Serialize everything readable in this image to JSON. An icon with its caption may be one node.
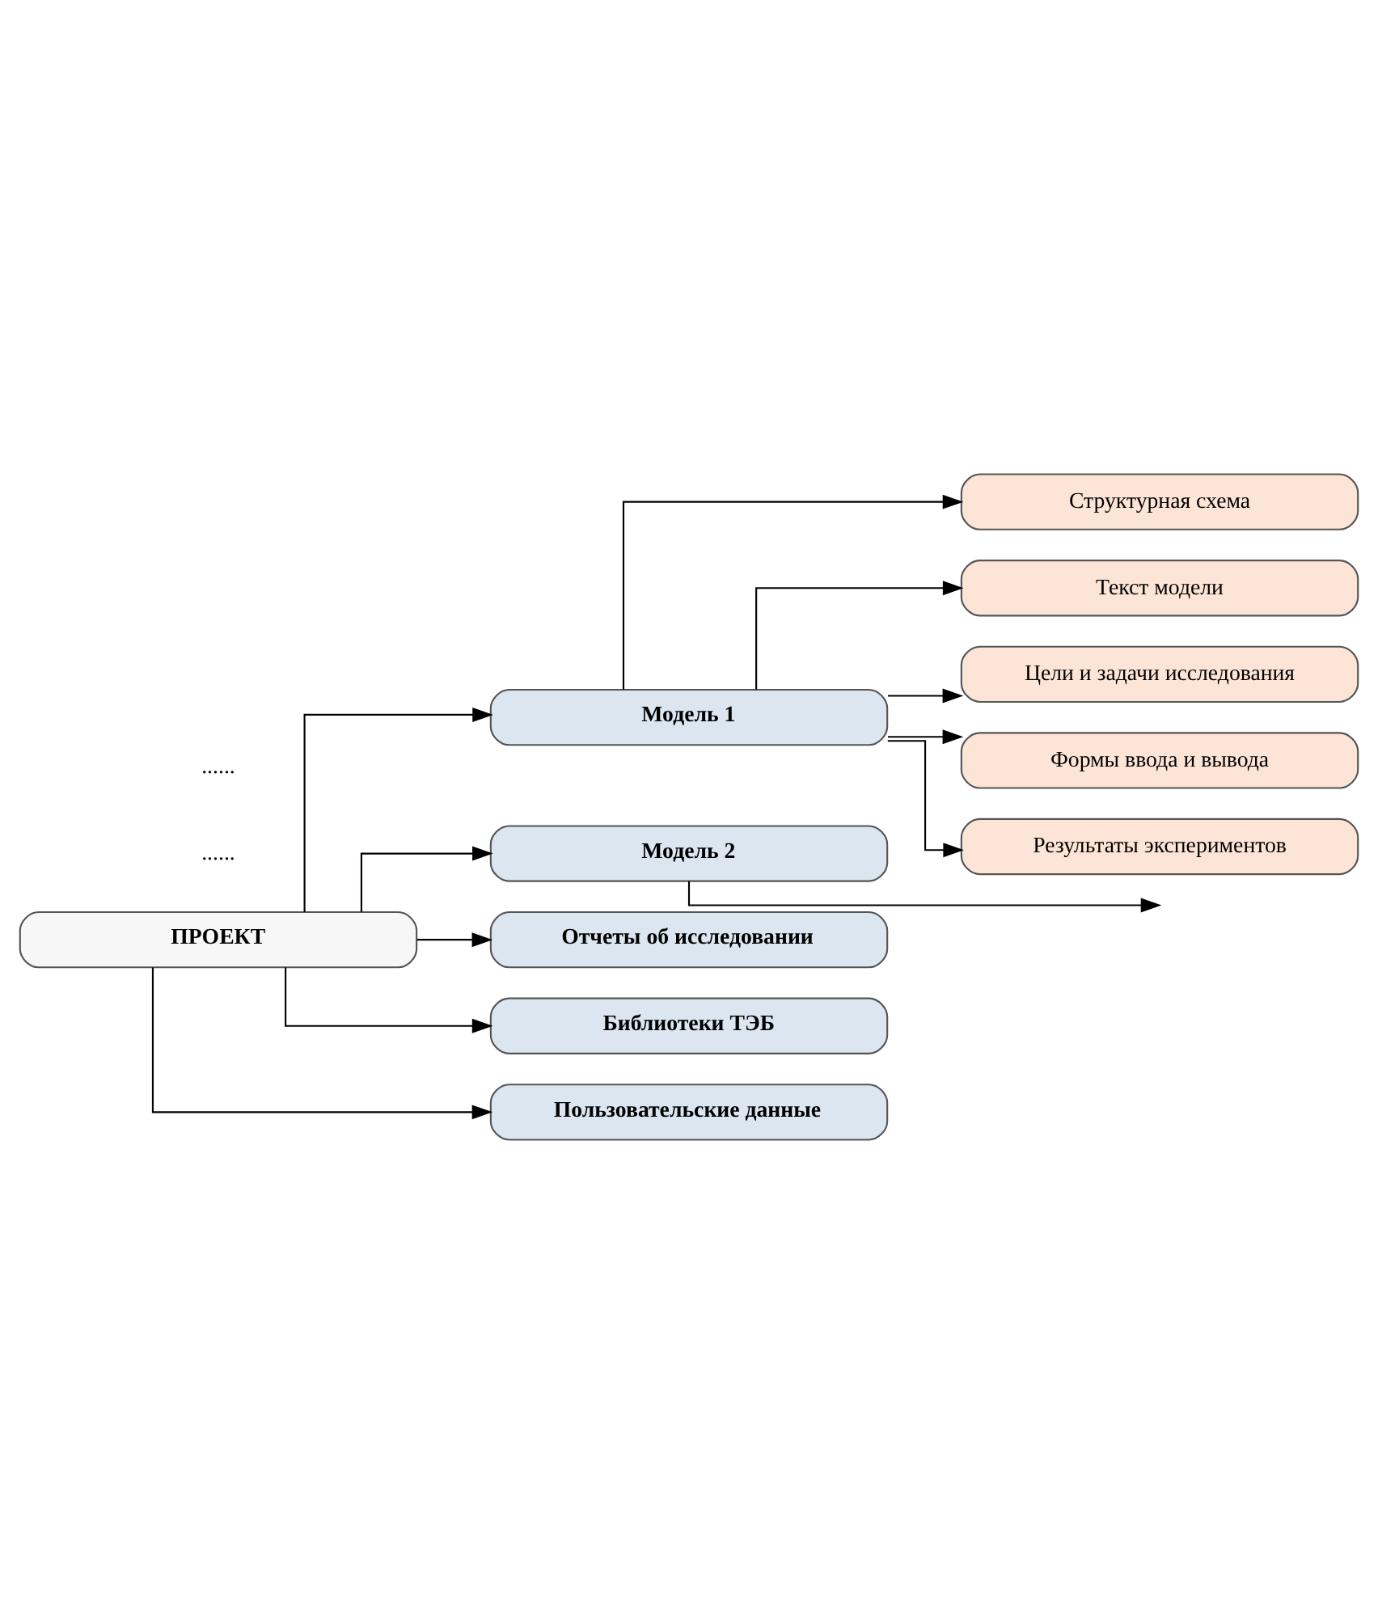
{
  "diagram": {
    "nodes": [
      {
        "text": [
          "ПРОЕКТ"
        ]
      },
      {
        "text": [
          "Модель 1"
        ]
      },
      {
        "text": [
          "Структурная схема"
        ]
      },
      {
        "text": [
          "Текст модели"
        ]
      },
      {
        "text": [
          "Цели и задачи исследования"
        ]
      },
      {
        "text": [
          "Формы ввода и вывода"
        ]
      },
      {
        "text": [
          "Результаты экспериментов"
        ]
      },
      {
        "text": [
          "Модель 2"
        ]
      },
      {
        "text": [
          "Отчеты об исследовании"
        ]
      },
      {
        "text": [
          "Библиотеки ТЭБ"
        ]
      },
      {
        "text": [
          "Пользовательские данные"
        ]
      }
    ],
    "edges": [
      {
        "from": 0,
        "to": 1,
        "arrow": "to"
      },
      {
        "from": 1,
        "to": 2,
        "arrow": "to"
      },
      {
        "from": 1,
        "to": 3,
        "arrow": "to"
      },
      {
        "from": 1,
        "to": 4,
        "arrow": "to"
      },
      {
        "from": 1,
        "to": 5,
        "arrow": "to"
      },
      {
        "from": 1,
        "to": 6,
        "arrow": "to"
      },
      {
        "from": 0,
        "to": 7,
        "arrow": "to"
      },
      {
        "from": 7,
        "to": null,
        "arrow": "to"
      },
      {
        "from": 0,
        "to": 8,
        "arrow": "to"
      },
      {
        "from": 0,
        "to": 9,
        "arrow": "to"
      },
      {
        "from": 0,
        "to": 10,
        "arrow": "to"
      }
    ],
    "labels": [
      "......",
      "......"
    ]
  }
}
